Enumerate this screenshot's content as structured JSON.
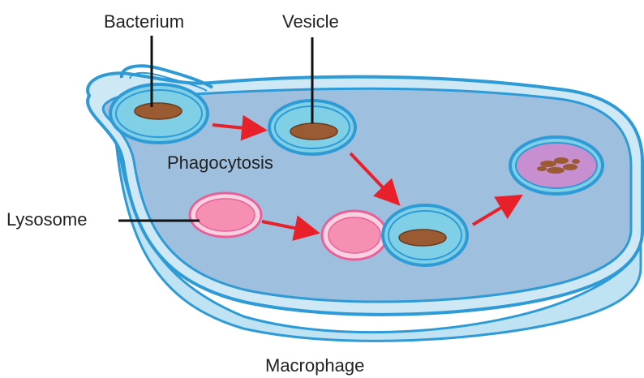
{
  "labels": {
    "bacterium": "Bacterium",
    "vesicle": "Vesicle",
    "lysosome": "Lysosome",
    "phagocytosis": "Phagocytosis",
    "macrophage": "Macrophage"
  },
  "colors": {
    "membrane": "#2e9bd6",
    "cytoplasm": "#9fbfde",
    "cell_underside": "#bfe3f3",
    "vesicle_fill": "#7fd0e6",
    "bacterium": "#9a5a32",
    "lysosome_fill": "#f590b3",
    "lysosome_membrane": "#e8609a",
    "digested_fill": "#c88fd0",
    "arrow": "#e8202a",
    "label_line": "#111111"
  },
  "icons": {
    "arrow": "red-arrow-icon",
    "bacterium": "bacterium-icon"
  }
}
